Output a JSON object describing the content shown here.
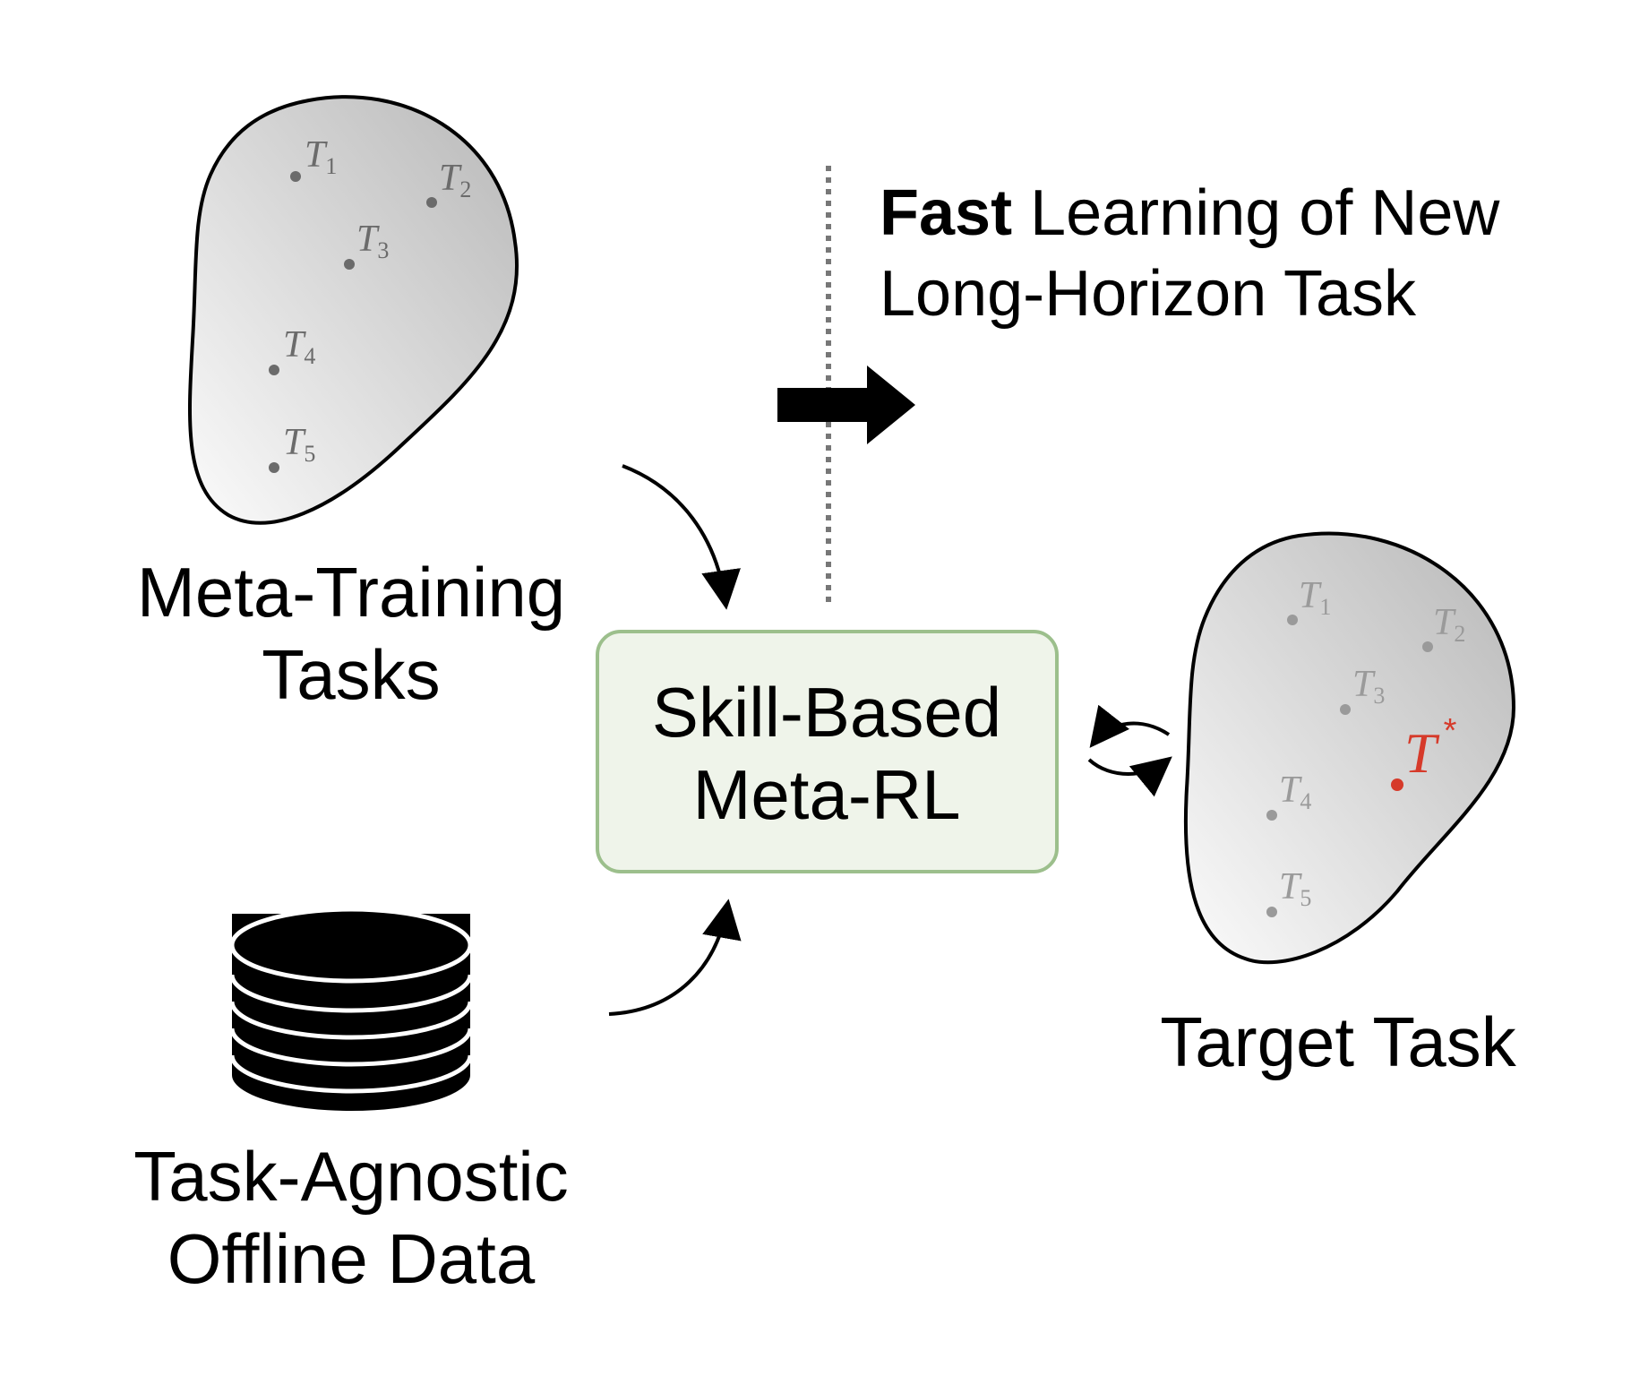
{
  "meta_training": {
    "label_line1": "Meta-Training",
    "label_line2": "Tasks",
    "tasks": [
      {
        "symbol": "T",
        "sub": "1"
      },
      {
        "symbol": "T",
        "sub": "2"
      },
      {
        "symbol": "T",
        "sub": "3"
      },
      {
        "symbol": "T",
        "sub": "4"
      },
      {
        "symbol": "T",
        "sub": "5"
      }
    ]
  },
  "offline_data": {
    "label_line1": "Task-Agnostic",
    "label_line2": "Offline Data"
  },
  "method_box": {
    "line1": "Skill-Based",
    "line2": "Meta-RL"
  },
  "heading": {
    "bold": "Fast",
    "rest_line1": " Learning of New",
    "line2": "Long-Horizon Task"
  },
  "target": {
    "label": "Target Task",
    "tasks": [
      {
        "symbol": "T",
        "sub": "1"
      },
      {
        "symbol": "T",
        "sub": "2"
      },
      {
        "symbol": "T",
        "sub": "3"
      },
      {
        "symbol": "T",
        "sub": "4"
      },
      {
        "symbol": "T",
        "sub": "5"
      }
    ],
    "star_symbol": "T",
    "star_sup": "*"
  },
  "colors": {
    "box_fill": "#eff4ea",
    "box_border": "#9cbf8c",
    "blob_stroke": "#000000",
    "task_gray": "#6b6b6b",
    "target_task_gray": "#9a9a9a",
    "star_red": "#d63a2a",
    "separator": "#777777"
  }
}
